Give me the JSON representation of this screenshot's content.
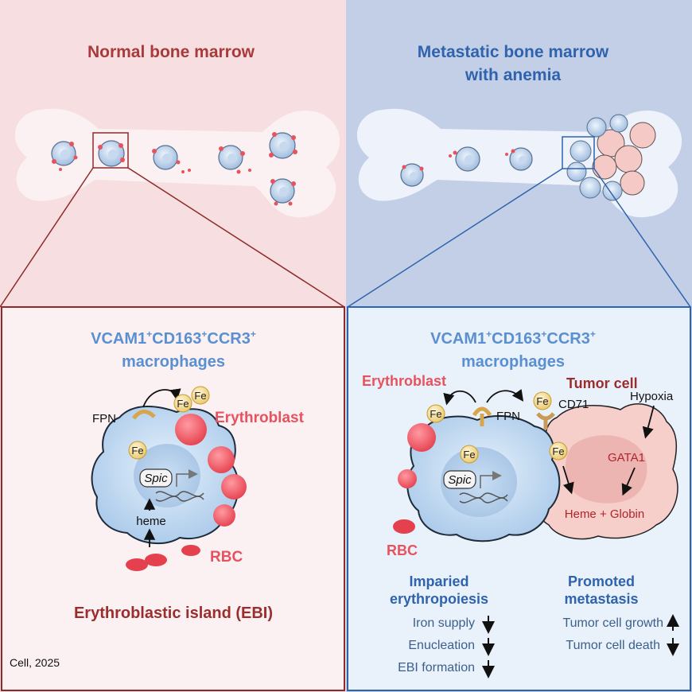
{
  "left": {
    "title": "Normal bone marrow",
    "macro_label": {
      "main": "VCAM1",
      "sup1": "+",
      "mid1": "CD163",
      "sup2": "+",
      "mid2": "CCR3",
      "sup3": "+",
      "line2": "macrophages"
    },
    "fpn": "FPN",
    "fe": "Fe",
    "erythroblast": "Erythroblast",
    "spic": "Spic",
    "heme": "heme",
    "rbc": "RBC",
    "island": "Erythroblastic island (EBI)"
  },
  "right": {
    "title_line1": "Metastatic bone marrow",
    "title_line2": "with anemia",
    "macro_label": {
      "main": "VCAM1",
      "sup1": "+",
      "mid1": "CD163",
      "sup2": "+",
      "mid2": "CCR3",
      "sup3": "+",
      "line2": "macrophages"
    },
    "erythroblast": "Erythroblast",
    "tumor_cell": "Tumor cell",
    "fe": "Fe",
    "fpn": "FPN",
    "cd71": "CD71",
    "hypoxia": "Hypoxia",
    "gata1": "GATA1",
    "spic": "Spic",
    "heme_globin": "Heme + Globin",
    "rbc": "RBC",
    "impaired_title_1": "Imparied",
    "impaired_title_2": "erythropoiesis",
    "impaired_items": [
      "Iron supply",
      "Enucleation",
      "EBI formation"
    ],
    "promoted_title_1": "Promoted",
    "promoted_title_2": "metastasis",
    "promoted_items": [
      "Tumor cell growth",
      "Tumor cell death"
    ]
  },
  "citation": "Cell, 2025",
  "colors": {
    "left_bg": "#f7dfe1",
    "right_bg": "#c3cfe6",
    "left_title": "#a83a3a",
    "right_title": "#2f63ad",
    "macro_label": "#5a8fd0",
    "erythro_red": "#e8525e",
    "dark_red": "#9b2d2d",
    "tumor": "#f6cfcb",
    "macro_fill": "#cfe2f6"
  }
}
